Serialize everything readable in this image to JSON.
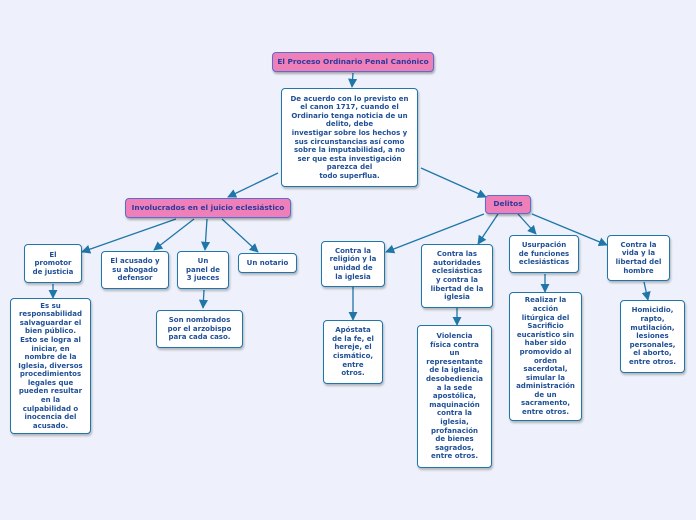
{
  "nodes": {
    "root": "El Proceso Ordinario Penal Canónico",
    "definicion": "De acuerdo con lo previsto en\nel canon 1717,  cuando el\nOrdinario tenga noticia de un\ndelito, debe\ninvestigar sobre los hechos y\nsus circunstancias así como\nsobre la imputabilidad, a no\nser que esta investigación\nparezca del\ntodo superflua.",
    "involucrados": "Involucrados en el juicio eclesiástico",
    "delitos": "Delitos",
    "promotor": "El\npromotor\nde justicia",
    "acusado": "El acusado y\nsu abogado\ndefensor",
    "panel": "Un\npanel de\n3 jueces",
    "notario": "Un notario",
    "promotor_desc": "Es su\nresponsabilidad\nsalvaguardar el\nbien público.\nEsto se logra al\niniciar, en\nnombre de la\nIglesia, diversos\nprocedimientos\nlegales que\npueden resultar\nen la\nculpabilidad o\ninocencia del\nacusado.",
    "panel_desc": "Son nombrados\npor el arzobispo\npara cada caso.",
    "religion": "Contra la\nreligión y la\nunidad de\nla iglesia",
    "autoridades": "Contra las\nautoridades\neclesiásticas\ny contra la\nlibertad de la\niglesia",
    "usurpacion": "Usurpación\nde funciones\neclesiásticas",
    "vida": "Contra la\nvida y la\nlibertad del\nhombre",
    "religion_desc": "Apóstata\nde la fe, el\nhereje, el\ncismático,\nentre\notros.",
    "autoridades_desc": "Violencia\nfísica contra\nun\nrepresentante\nde la iglesia,\ndesobediencia\na la sede\napostólica,\nmaquinación\ncontra la\niglesia,\nprofanación\nde bienes\nsagrados,\nentre otros.",
    "usurpacion_desc": "Realizar la\nacción\nlitúrgica del\nSacrificio\neucarístico sin\nhaber sido\npromovido al\norden\nsacerdotal,\nsimular la\nadministración\nde un\nsacramento,\nentre otros.",
    "vida_desc": "Homicidio,\nrapto,\nmutilación,\nlesiones\npersonales,\nel aborto,\nentre otros."
  },
  "colors": {
    "topic": "#ef7fb8",
    "node_border": "#1f76a8",
    "text": "#1f4f96",
    "connector": "#1f76a8",
    "background": "#eef0fb"
  }
}
